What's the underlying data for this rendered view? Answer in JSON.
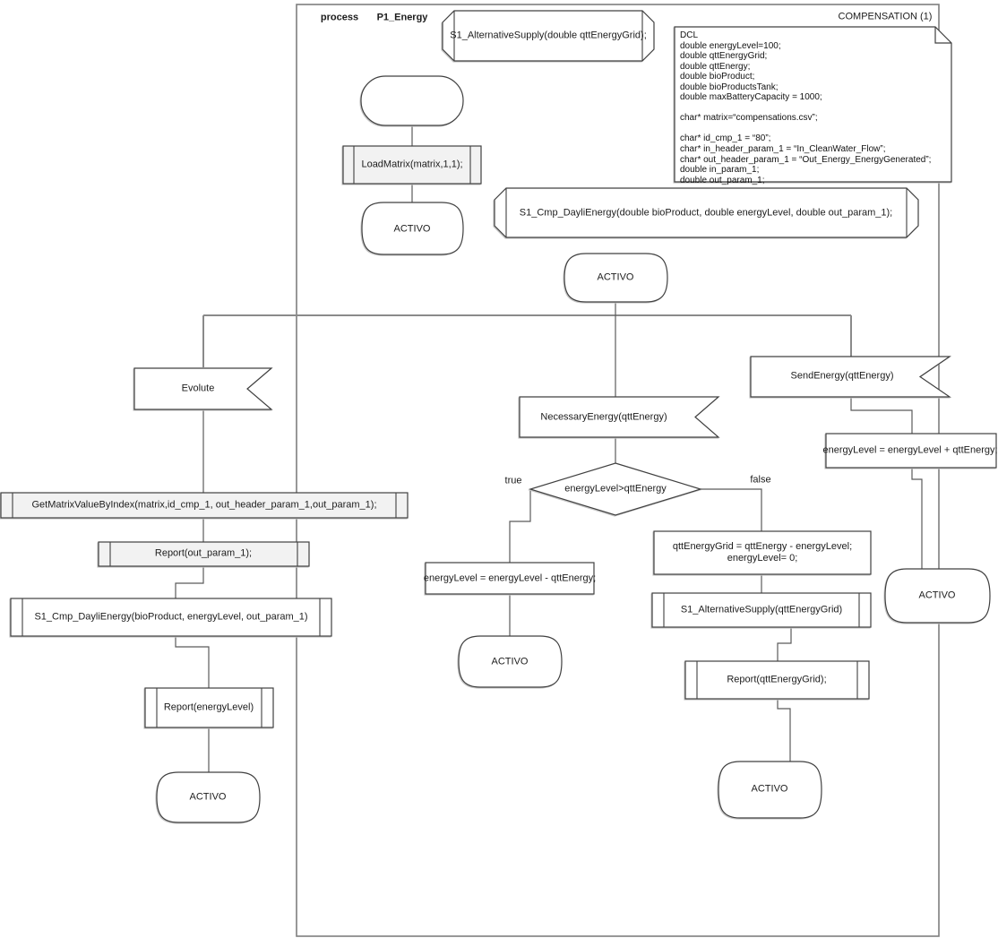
{
  "header": {
    "process_keyword": "process",
    "process_name": "P1_Energy",
    "title": "COMPENSATION (1)"
  },
  "declarations": {
    "signal_alternative_supply": "S1_AlternativeSupply(double qttEnergyGrid);",
    "signal_cmp_dayli_energy": "S1_Cmp_DayliEnergy(double bioProduct, double energyLevel, double out_param_1);",
    "dcl_block": "DCL\ndouble energyLevel=100;\ndouble qttEnergyGrid;\ndouble qttEnergy;\ndouble bioProduct;\ndouble bioProductsTank;\ndouble maxBatteryCapacity = 1000;\n\nchar* matrix=“compensations.csv”;\n\nchar* id_cmp_1 = “80”;\nchar* in_header_param_1 = “In_CleanWater_Flow”;\nchar* out_header_param_1 = “Out_Energy_EnergyGenerated”;\ndouble in_param_1;\ndouble out_param_1;"
  },
  "init": {
    "load_matrix": "LoadMatrix(matrix,1,1);"
  },
  "labels": {
    "activo": "ACTIVO",
    "true": "true",
    "false": "false"
  },
  "branches": {
    "evolute": {
      "input": "Evolute",
      "get_matrix": "GetMatrixValueByIndex(matrix,id_cmp_1, out_header_param_1,out_param_1);",
      "report_out_param": "Report(out_param_1);",
      "cmp_dayli_energy": "S1_Cmp_DayliEnergy(bioProduct, energyLevel, out_param_1)",
      "report_energy_level": "Report(energyLevel)"
    },
    "necessary_energy": {
      "input": "NecessaryEnergy(qttEnergy)",
      "decision": "energyLevel>qttEnergy",
      "true_task": "energyLevel = energyLevel - qttEnergy;",
      "false_task": "qttEnergyGrid = qttEnergy - energyLevel;\nenergyLevel= 0;",
      "alternative_supply": "S1_AlternativeSupply(qttEnergyGrid)",
      "report_grid": "Report(qttEnergyGrid);"
    },
    "send_energy": {
      "input": "SendEnergy(qttEnergy)",
      "task": "energyLevel = energyLevel + qttEnergy;"
    }
  },
  "colors": {
    "shape_stroke": "#404040",
    "frame_stroke": "#7f7f7f",
    "connector": "#5b5b5b",
    "procedure_fill": "#f2f2f2"
  }
}
